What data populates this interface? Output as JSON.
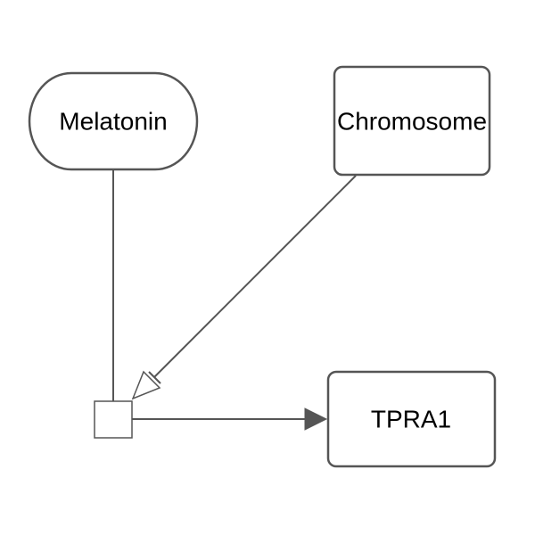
{
  "nodes": {
    "melatonin": {
      "label": "Melatonin",
      "shape": "stadium"
    },
    "chromosome": {
      "label": "Chromosome",
      "shape": "rounded-rectangle"
    },
    "tpra1": {
      "label": "TPRA1",
      "shape": "rounded-rectangle"
    },
    "process": {
      "label": "",
      "shape": "square"
    }
  },
  "edges": [
    {
      "from": "Melatonin",
      "to": "process",
      "type": "consumption"
    },
    {
      "from": "Chromosome",
      "to": "process",
      "type": "necessary stimulation"
    },
    {
      "from": "process",
      "to": "TPRA1",
      "type": "production"
    }
  ],
  "colors": {
    "stroke": "#555555",
    "fill": "#ffffff",
    "text": "#000000"
  }
}
